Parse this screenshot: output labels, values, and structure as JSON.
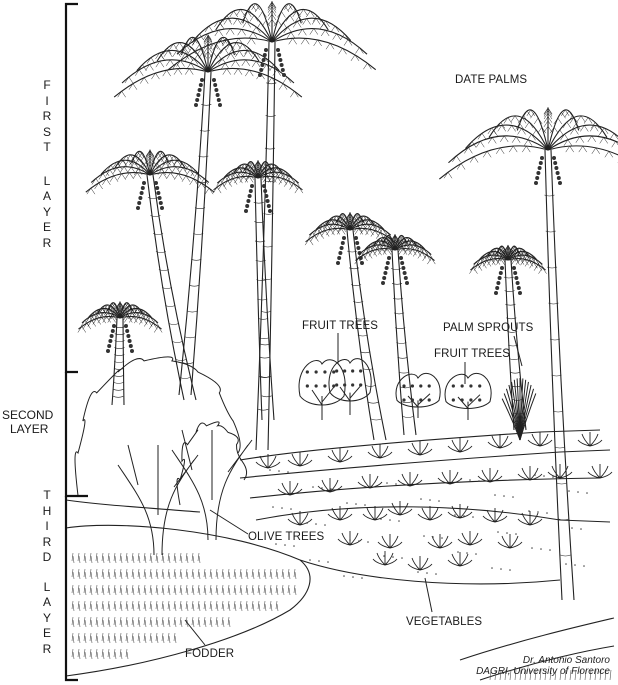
{
  "layers": {
    "first": {
      "letters": [
        "F",
        "I",
        "R",
        "S",
        "T"
      ],
      "word2": [
        "L",
        "A",
        "Y",
        "E",
        "R"
      ]
    },
    "second": {
      "line1": "SECOND",
      "line2": "LAYER"
    },
    "third": {
      "letters": [
        "T",
        "H",
        "I",
        "R",
        "D"
      ],
      "word2": [
        "L",
        "A",
        "Y",
        "E",
        "R"
      ]
    }
  },
  "labels": {
    "date_palms": "DATE PALMS",
    "fruit_trees_1": "FRUIT TREES",
    "fruit_trees_2": "FRUIT TREES",
    "palm_sprouts": "PALM SPROUTS",
    "olive_trees": "OLIVE TREES",
    "vegetables": "VEGETABLES",
    "fodder": "FODDER"
  },
  "credit": {
    "line1": "Dr. Antonio Santoro",
    "line2": "DAGRI, University of Florence"
  },
  "colors": {
    "ink": "#1a1a1a",
    "paper": "#ffffff"
  }
}
